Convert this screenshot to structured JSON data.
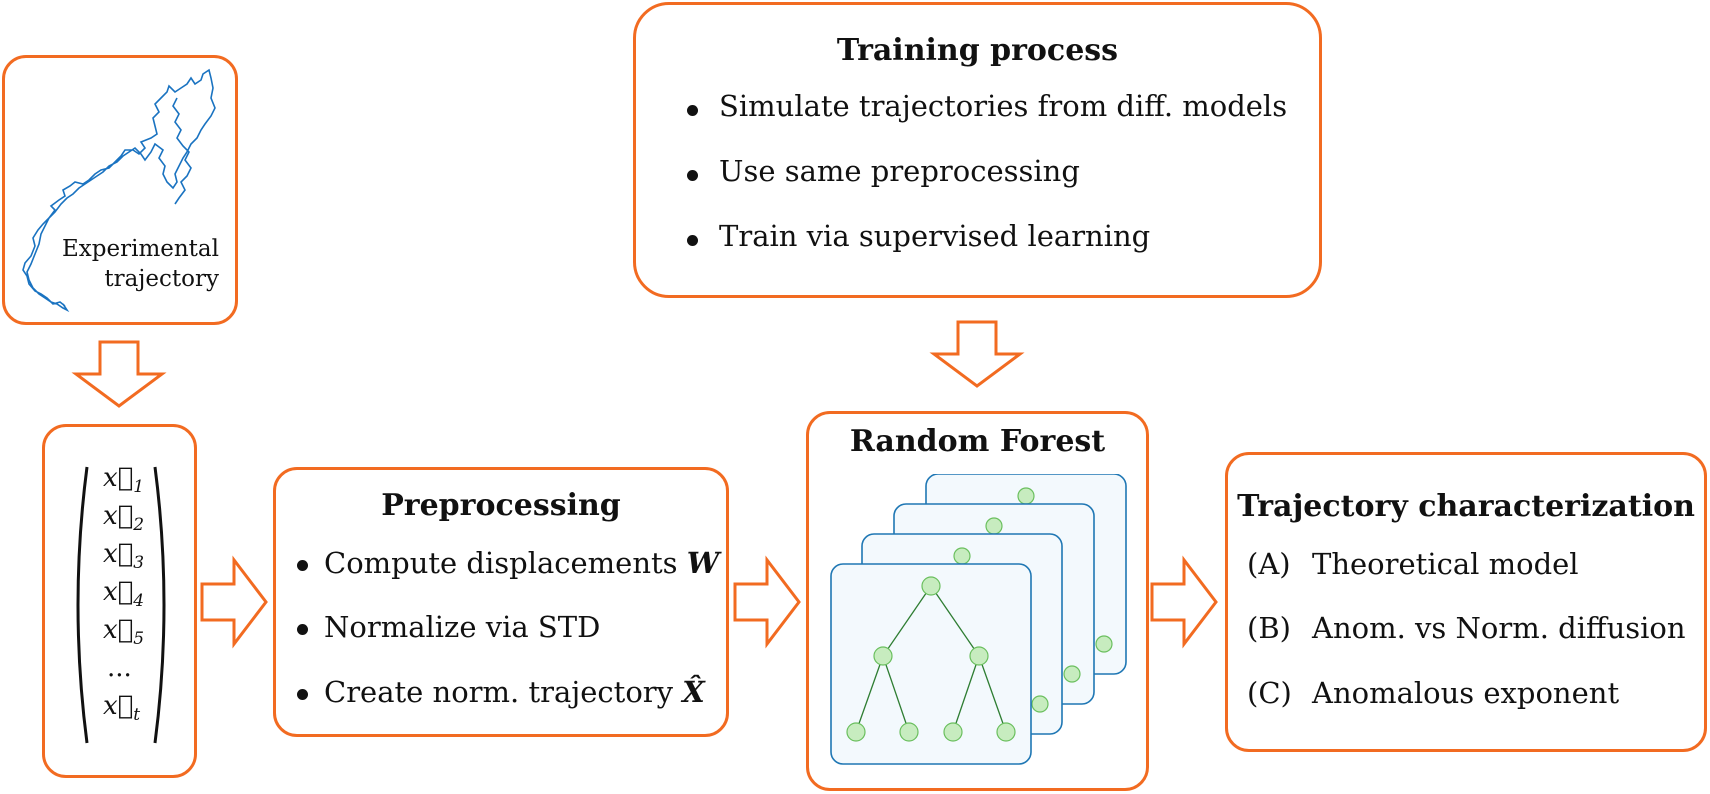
{
  "experimental": {
    "label_line1": "Experimental",
    "label_line2": "trajectory"
  },
  "vector": {
    "entries": [
      "x",
      "x",
      "x",
      "x",
      "x",
      "...",
      "x"
    ],
    "subscripts": [
      "1",
      "2",
      "3",
      "4",
      "5",
      "",
      "t"
    ]
  },
  "preprocessing": {
    "title": "Preprocessing",
    "items": [
      {
        "text": "Compute displacements ",
        "symbol": "W"
      },
      {
        "text": "Normalize via STD",
        "symbol": ""
      },
      {
        "text": "Create norm. trajectory ",
        "symbol": "X̂"
      }
    ]
  },
  "training": {
    "title": "Training process",
    "items": [
      "Simulate trajectories from diff. models",
      "Use same preprocessing",
      "Train via supervised learning"
    ]
  },
  "forest": {
    "title": "Random Forest"
  },
  "characterization": {
    "title": "Trajectory characterization",
    "items": [
      {
        "tag": "(A)",
        "text": "Theoretical model"
      },
      {
        "tag": "(B)",
        "text": "Anom. vs Norm. diffusion"
      },
      {
        "tag": "(C)",
        "text": "Anomalous exponent"
      }
    ]
  },
  "colors": {
    "accent": "#f26b21",
    "trajectory": "#1a73c1",
    "tree_node": "#c7ecbf",
    "tree_edge": "#2e7d32",
    "card_border": "#1f77b4"
  }
}
